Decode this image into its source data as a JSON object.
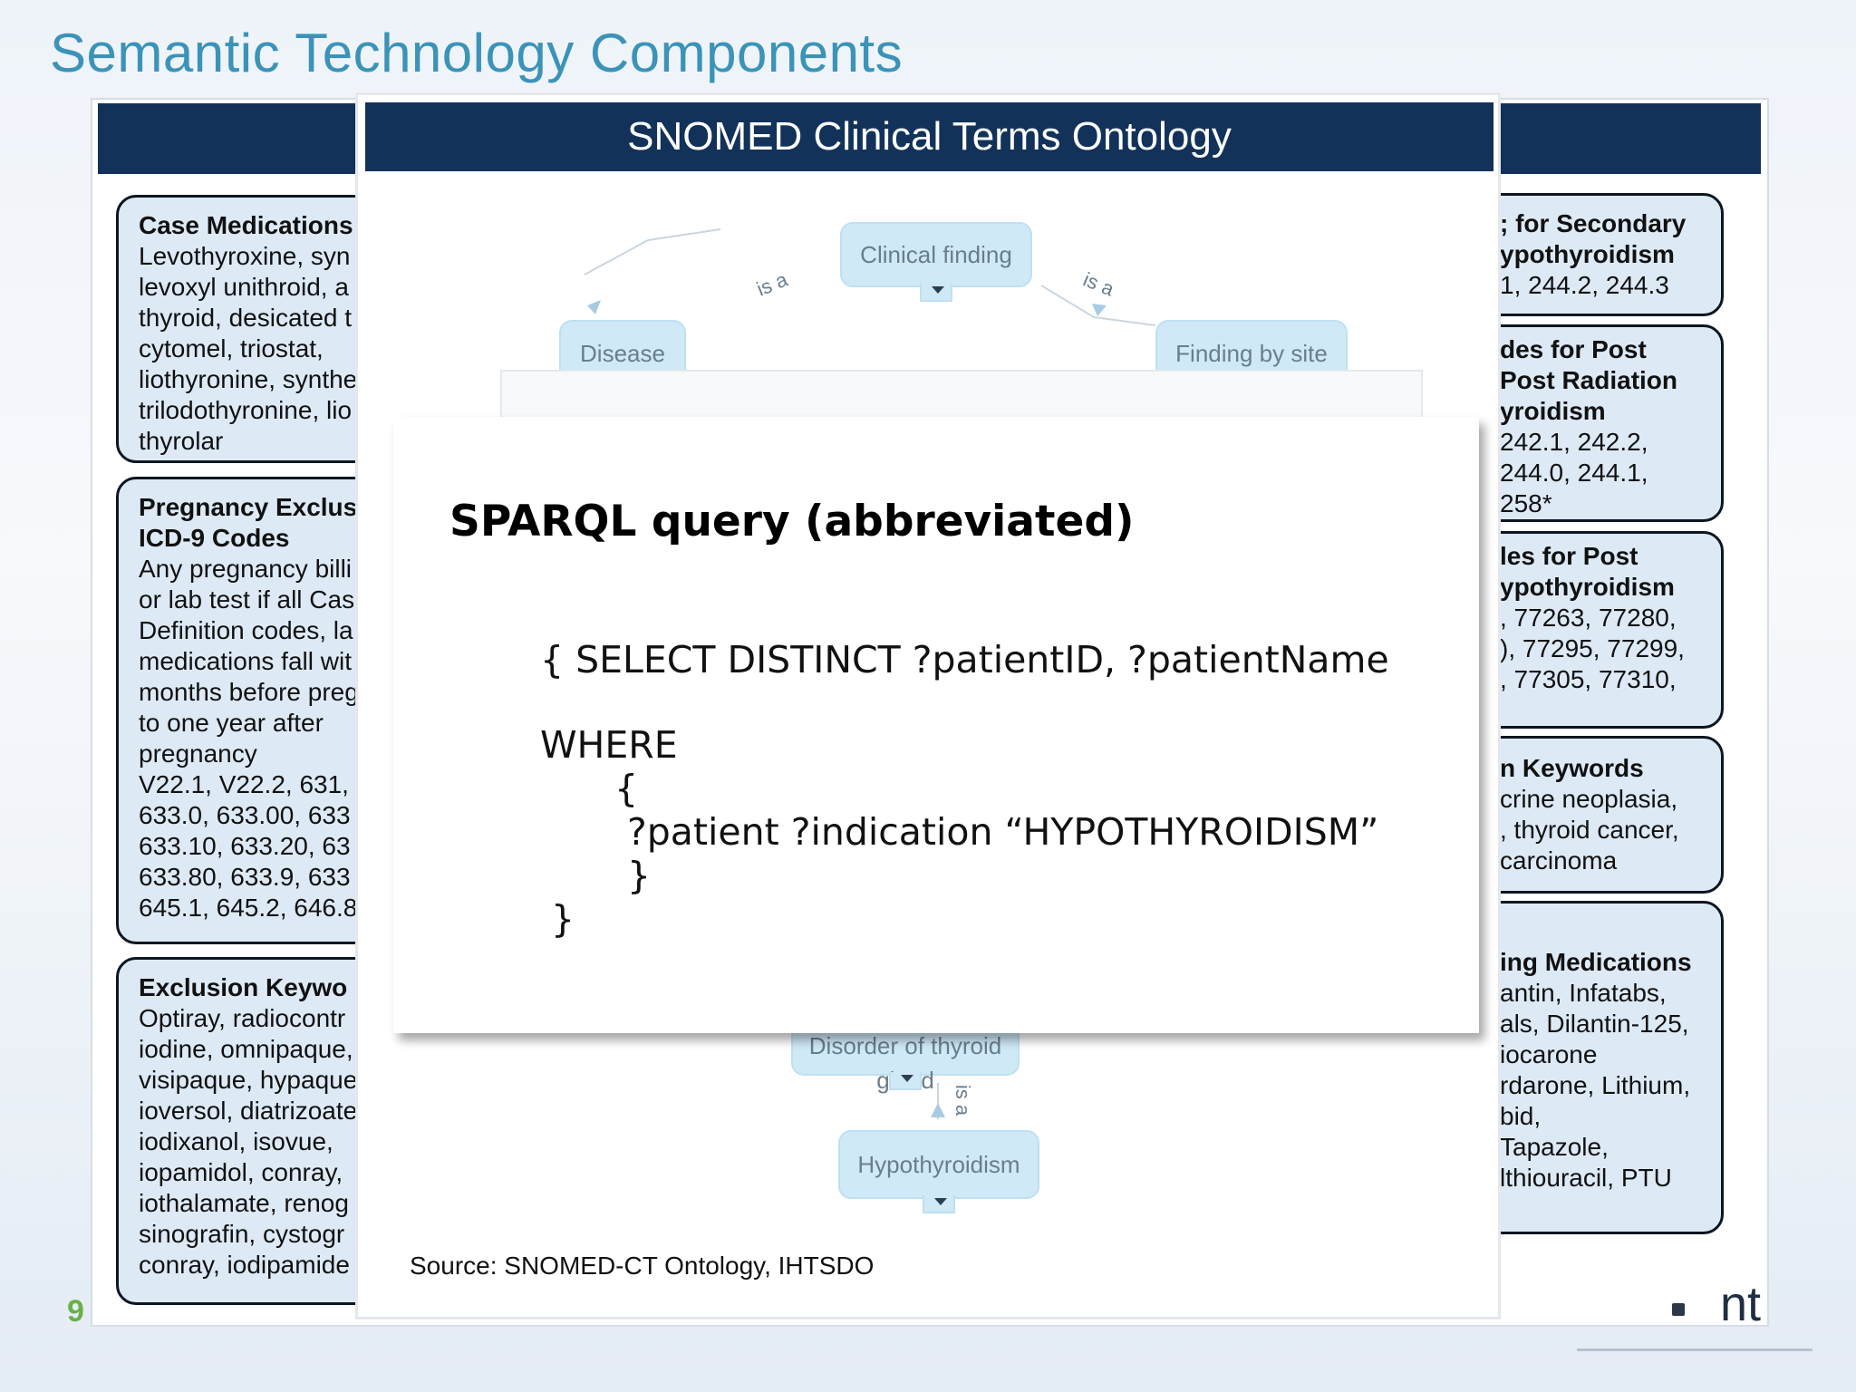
{
  "slide": {
    "title": "Semantic Technology Components",
    "page_number": "9",
    "logo_text": "nt"
  },
  "left_boxes": [
    {
      "title": "Case Medications",
      "body": "Levothyroxine, syn\nlevoxyl unithroid, a\nthyroid, desicated t\ncytomel, triostat,\nliothyronine, synthe\ntrilodothyronine, lio\nthyrolar"
    },
    {
      "title": "Pregnancy Exclus\nICD-9 Codes",
      "body": "Any pregnancy billi\nor lab test if all Cas\nDefinition codes, la\nmedications fall wit\nmonths before preg\nto one year after\npregnancy\nV22.1, V22.2, 631,\n633.0, 633.00, 633\n633.10, 633.20, 63\n633.80, 633.9, 633\n645.1, 645.2, 646.8"
    },
    {
      "title": "Exclusion Keywo",
      "body": "Optiray, radiocontr\niodine, omnipaque,\nvisipaque, hypaque\nioversol, diatrizoate\niodixanol, isovue,\niopamidol, conray,\niothalamate, renog\nsinografin, cystogr\nconray, iodipamide"
    }
  ],
  "right_boxes": [
    {
      "title": "; for Secondary\nypothyroidism",
      "body": "1, 244.2, 244.3"
    },
    {
      "title": "des for Post\nPost Radiation\nyroidism",
      "body": "242.1, 242.2,\n 244.0, 244.1,\n 258*"
    },
    {
      "title": "les for Post\nypothyroidism",
      "body": ", 77263, 77280,\n), 77295, 77299,\n, 77305, 77310,"
    },
    {
      "title": "n Keywords",
      "body": "crine neoplasia,\n, thyroid cancer,\ncarcinoma"
    },
    {
      "title": "ing Medications",
      "body": "antin, Infatabs,\nals, Dilantin-125,\niocarone\nrdarone, Lithium,\nbid,\nTapazole,\nlthiouracil, PTU"
    }
  ],
  "snomed": {
    "header": "SNOMED Clinical Terms Ontology",
    "nodes": {
      "clinical_finding": "Clinical finding",
      "disease": "Disease",
      "finding_by_site": "Finding by site",
      "disorder_thyroid": "Disorder of thyroid gland",
      "hypothyroidism": "Hypothyroidism"
    },
    "edge_label": "is a",
    "source": "Source:  SNOMED-CT Ontology, IHTSDO"
  },
  "sparql": {
    "title": "SPARQL query (abbreviated)",
    "lines": [
      "{ SELECT DISTINCT ?patientID, ?patientName",
      "WHERE",
      "{",
      "?patient ?indication “HYPOTHYROIDISM”",
      "}",
      "}"
    ]
  }
}
